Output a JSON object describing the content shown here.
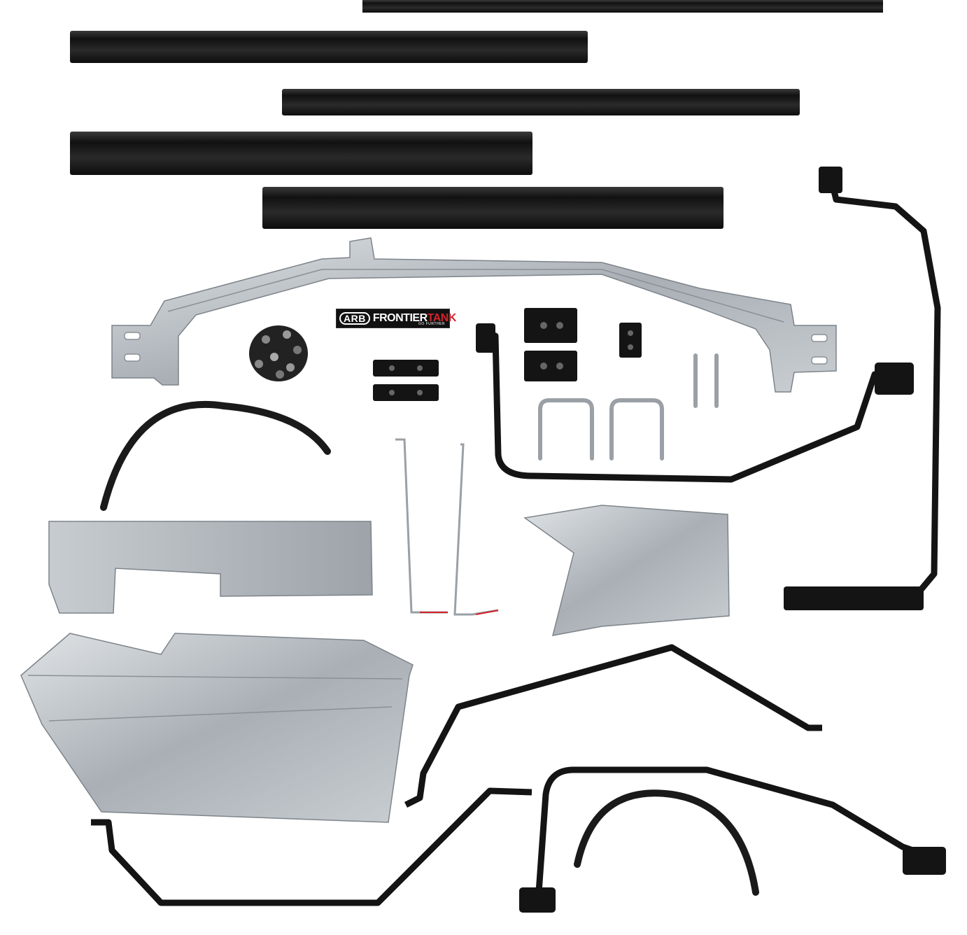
{
  "label": {
    "brand": "ARB",
    "product_part1": "FRONTIER",
    "product_part2": "TANK",
    "tagline": "GO FURTHER"
  },
  "colors": {
    "background": "#ffffff",
    "rubber": "#1c1c1c",
    "galvanized": "#b9bec3",
    "bracket_black": "#141414",
    "accent_red": "#d3232a"
  }
}
